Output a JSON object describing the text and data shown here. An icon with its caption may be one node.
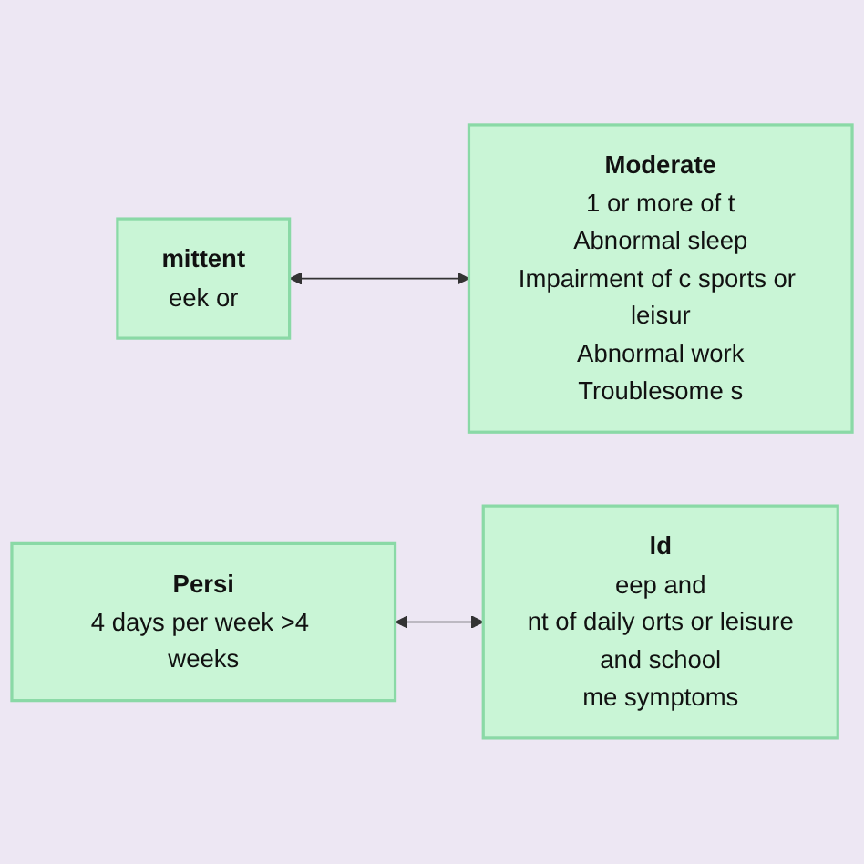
{
  "diagram": {
    "nodes": [
      {
        "text": [
          "mittent",
          "eek or"
        ]
      },
      {
        "text": [
          "Persi",
          "4 days per week >4 weeks"
        ]
      },
      {
        "text": [
          "ld",
          "eep and",
          "nt of daily orts or leisure",
          "and school",
          "me symptoms"
        ]
      },
      {
        "text": [
          "Moderate",
          "1 or more of t",
          "Abnormal sleep",
          "Impairment of c sports or leisur",
          "Abnormal work",
          "Troublesome s"
        ]
      }
    ],
    "edges": [
      {
        "from": 0,
        "to": 3,
        "arrow": "both"
      },
      {
        "from": 1,
        "to": 2,
        "arrow": "both"
      }
    ]
  }
}
